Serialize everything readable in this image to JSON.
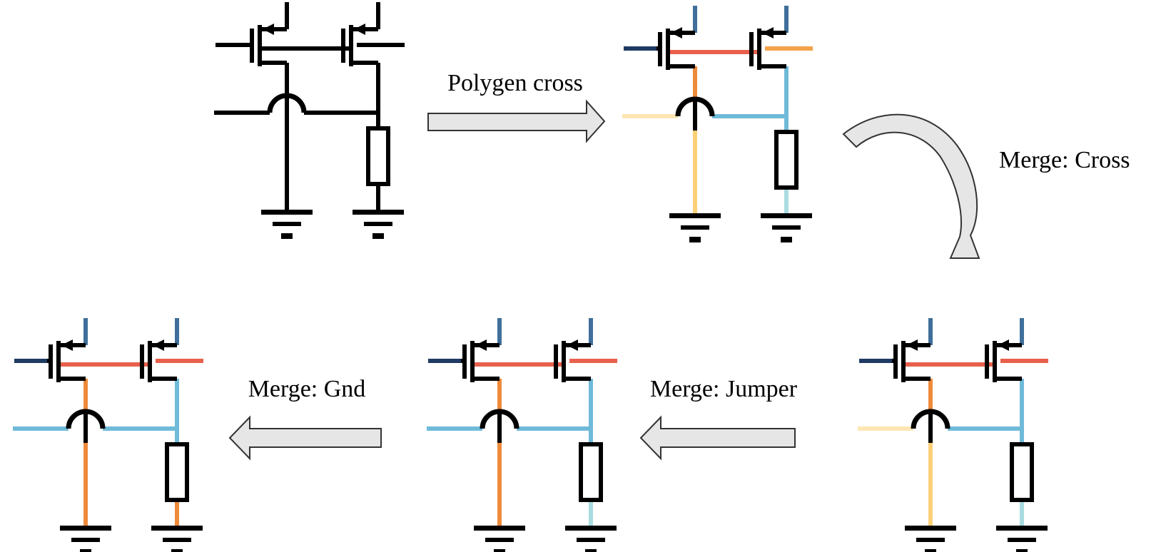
{
  "labels": {
    "polygen_cross": "Polygen cross",
    "merge_cross": "Merge: Cross",
    "merge_jumper": "Merge: Jumper",
    "merge_gnd": "Merge: Gnd"
  },
  "colors": {
    "black": "#000000",
    "navy": "#1f3b63",
    "steel_blue": "#3f6f9a",
    "red": "#e8604c",
    "orange": "#f4a24a",
    "dark_orange": "#ee8a3a",
    "light_blue": "#6fbad9",
    "pale_yellow": "#fde6b3",
    "yellow": "#fcd077",
    "pale_cyan": "#a9dce1",
    "arrow_fill": "#e6e6e6"
  },
  "circuits": [
    {
      "id": "original",
      "wires": {
        "gate_left": "black",
        "drain_left": "black",
        "drain_right": "black",
        "gate_net": "black",
        "gate_ext_right": "black",
        "node_up": "black",
        "cross_left_wire": "black",
        "jumper_arc": "black",
        "cross_right_wire": "black",
        "vertical_to_ground": "black",
        "resistor_bottom": "black"
      }
    },
    {
      "id": "polygen-cross",
      "wires": {
        "gate_left": "navy",
        "drain_left": "steel_blue",
        "drain_right": "steel_blue",
        "gate_net": "red",
        "gate_ext_right": "orange",
        "node_up": "dark_orange",
        "cross_left_wire": "pale_yellow",
        "jumper_arc": "black",
        "cross_right_wire": "light_blue",
        "vertical_to_ground": "yellow",
        "resistor_bottom": "pale_cyan"
      }
    },
    {
      "id": "merge-cross",
      "wires": {
        "gate_left": "navy",
        "drain_left": "steel_blue",
        "drain_right": "steel_blue",
        "gate_net": "red",
        "gate_ext_right": "red",
        "node_up": "dark_orange",
        "cross_left_wire": "pale_yellow",
        "jumper_arc": "black",
        "cross_right_wire": "light_blue",
        "vertical_to_ground": "yellow",
        "resistor_bottom": "pale_cyan"
      }
    },
    {
      "id": "merge-jumper",
      "wires": {
        "gate_left": "navy",
        "drain_left": "steel_blue",
        "drain_right": "steel_blue",
        "gate_net": "red",
        "gate_ext_right": "red",
        "node_up": "dark_orange",
        "cross_left_wire": "light_blue",
        "jumper_arc": "black",
        "cross_right_wire": "light_blue",
        "vertical_to_ground": "dark_orange",
        "resistor_bottom": "pale_cyan"
      }
    },
    {
      "id": "merge-gnd",
      "wires": {
        "gate_left": "navy",
        "drain_left": "steel_blue",
        "drain_right": "steel_blue",
        "gate_net": "red",
        "gate_ext_right": "red",
        "node_up": "dark_orange",
        "cross_left_wire": "light_blue",
        "jumper_arc": "black",
        "cross_right_wire": "light_blue",
        "vertical_to_ground": "dark_orange",
        "resistor_bottom": "dark_orange"
      }
    }
  ]
}
